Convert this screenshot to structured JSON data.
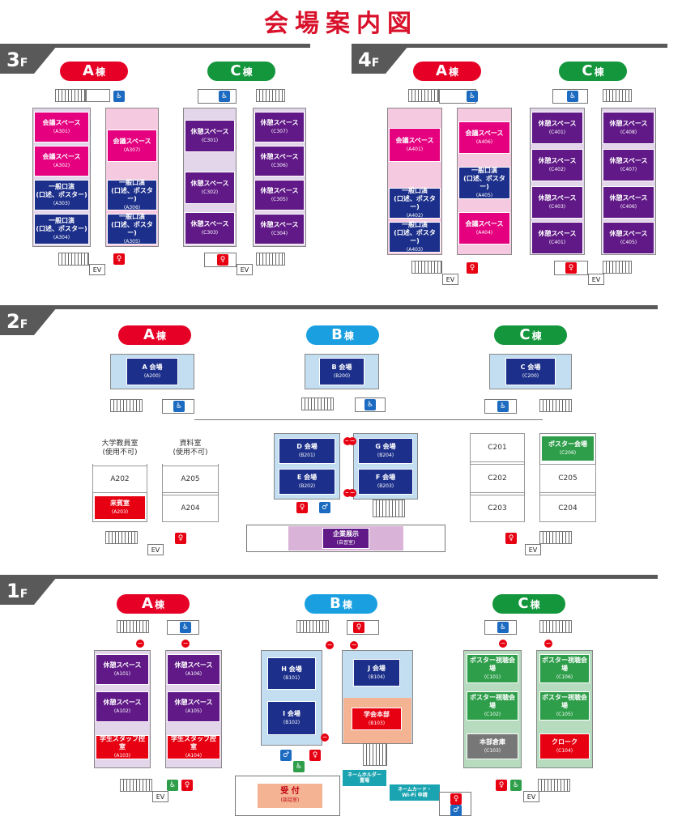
{
  "title": "会場案内図",
  "floors": {
    "f3": "3",
    "f4": "4",
    "f2": "2",
    "f1": "1",
    "suffix": "F"
  },
  "buildings": {
    "a": "A",
    "b": "B",
    "c": "C",
    "suffix": "棟"
  },
  "ev": "EV",
  "icons": {
    "toilet": "toilet-icon",
    "restroom_male": "male-restroom-icon",
    "restroom_female": "female-restroom-icon",
    "wheelchair": "wheelchair-icon",
    "no_entry": "no-entry-icon",
    "stairs": "stairs-icon"
  },
  "colors": {
    "red": "#e60012",
    "blue": "#1aa0e0",
    "green": "#13963c",
    "pink": "#e4007f",
    "purple": "#601986",
    "navy": "#1c2f8a"
  },
  "f3": {
    "a301": {
      "n": "会議スペース",
      "c": "(A301)"
    },
    "a302": {
      "n": "会議スペース",
      "c": "(A302)"
    },
    "a303": {
      "n1": "一般口演",
      "n2": "(口述、ポスター)",
      "c": "(A303)"
    },
    "a304": {
      "n1": "一般口演",
      "n2": "(口述、ポスター)",
      "c": "(A304)"
    },
    "a307": {
      "n": "会議スペース",
      "c": "(A307)"
    },
    "a306": {
      "n1": "一般口演",
      "n2": "(口述、ポスター)",
      "c": "(A306)"
    },
    "a305": {
      "n1": "一般口演",
      "n2": "(口述、ポスター)",
      "c": "(A305)"
    },
    "c301": {
      "n": "休憩スペース",
      "c": "(C301)"
    },
    "c302": {
      "n": "休憩スペース",
      "c": "(C302)"
    },
    "c303": {
      "n": "休憩スペース",
      "c": "(C303)"
    },
    "c307": {
      "n": "休憩スペース",
      "c": "(C307)"
    },
    "c306": {
      "n": "休憩スペース",
      "c": "(C306)"
    },
    "c305": {
      "n": "休憩スペース",
      "c": "(C305)"
    },
    "c304": {
      "n": "休憩スペース",
      "c": "(C304)"
    }
  },
  "f4": {
    "a401": {
      "n": "会議スペース",
      "c": "(A401)"
    },
    "a402": {
      "n1": "一般口演",
      "n2": "(口述、ポスター)",
      "c": "(A402)"
    },
    "a403": {
      "n1": "一般口演",
      "n2": "(口述、ポスター)",
      "c": "(A403)"
    },
    "a406": {
      "n": "会議スペース",
      "c": "(A406)"
    },
    "a405": {
      "n1": "一般口演",
      "n2": "(口述、ポスター)",
      "c": "(A405)"
    },
    "a404": {
      "n": "会議スペース",
      "c": "(A404)"
    },
    "c401": {
      "n": "休憩スペース",
      "c": "(C401)"
    },
    "c402": {
      "n": "休憩スペース",
      "c": "(C402)"
    },
    "c403": {
      "n": "休憩スペース",
      "c": "(C403)"
    },
    "c401b": {
      "n": "休憩スペース",
      "c": "(C401)"
    },
    "c408": {
      "n": "休憩スペース",
      "c": "(C408)"
    },
    "c407": {
      "n": "休憩スペース",
      "c": "(C407)"
    },
    "c406": {
      "n": "休憩スペース",
      "c": "(C406)"
    },
    "c405": {
      "n": "休憩スペース",
      "c": "(C405)"
    }
  },
  "f2": {
    "a200": {
      "n": "A 会場",
      "c": "(A200)"
    },
    "b200": {
      "n": "B 会場",
      "c": "(B200)"
    },
    "c200": {
      "n": "C 会場",
      "c": "(C200)"
    },
    "a_univ": {
      "n1": "大学教員室",
      "n2": "(使用不可)"
    },
    "a202": "A202",
    "a203": {
      "n": "来賓室",
      "c": "(A203)"
    },
    "a_doc": {
      "n1": "資料室",
      "n2": "(使用不可)"
    },
    "a205": "A205",
    "a204": "A204",
    "b201": {
      "n": "D 会場",
      "c": "(B201)"
    },
    "b202": {
      "n": "E 会場",
      "c": "(B202)"
    },
    "b204": {
      "n": "G 会場",
      "c": "(B204)"
    },
    "b203": {
      "n": "F 会場",
      "c": "(B203)"
    },
    "exhibit": {
      "n": "企業展示",
      "c": "(自習室)"
    },
    "c201": "C201",
    "c202": "C202",
    "c203": "C203",
    "c206": {
      "n": "ポスター会場",
      "c": "(C206)"
    },
    "c205": "C205",
    "c204": "C204"
  },
  "f1": {
    "a101": {
      "n": "休憩スペース",
      "c": "(A101)"
    },
    "a102": {
      "n": "休憩スペース",
      "c": "(A102)"
    },
    "a103": {
      "n": "学生スタッフ控室",
      "c": "(A103)"
    },
    "a106": {
      "n": "休憩スペース",
      "c": "(A106)"
    },
    "a105": {
      "n": "休憩スペース",
      "c": "(A105)"
    },
    "a104": {
      "n": "学生スタッフ控室",
      "c": "(A104)"
    },
    "b101": {
      "n": "H 会場",
      "c": "(B101)"
    },
    "b102": {
      "n": "I 会場",
      "c": "(B102)"
    },
    "b104": {
      "n": "J 会場",
      "c": "(B104)"
    },
    "b103": {
      "n": "学会本部",
      "c": "(B103)"
    },
    "reception": {
      "n": "受 付",
      "c": "(談話室)"
    },
    "nameholder": {
      "n1": "ネームホルダー",
      "n2": "置場"
    },
    "namecard": {
      "n1": "ネームカード・",
      "n2": "Wi-Fi 申請"
    },
    "c101": {
      "n": "ポスター視聴会場",
      "c": "(C101)"
    },
    "c102": {
      "n": "ポスター視聴会場",
      "c": "(C102)"
    },
    "c103": {
      "n": "本部倉庫",
      "c": "(C103)"
    },
    "c106": {
      "n": "ポスター視聴会場",
      "c": "(C106)"
    },
    "c105": {
      "n": "ポスター視聴会場",
      "c": "(C105)"
    },
    "c104": {
      "n": "クローク",
      "c": "(C104)"
    }
  }
}
